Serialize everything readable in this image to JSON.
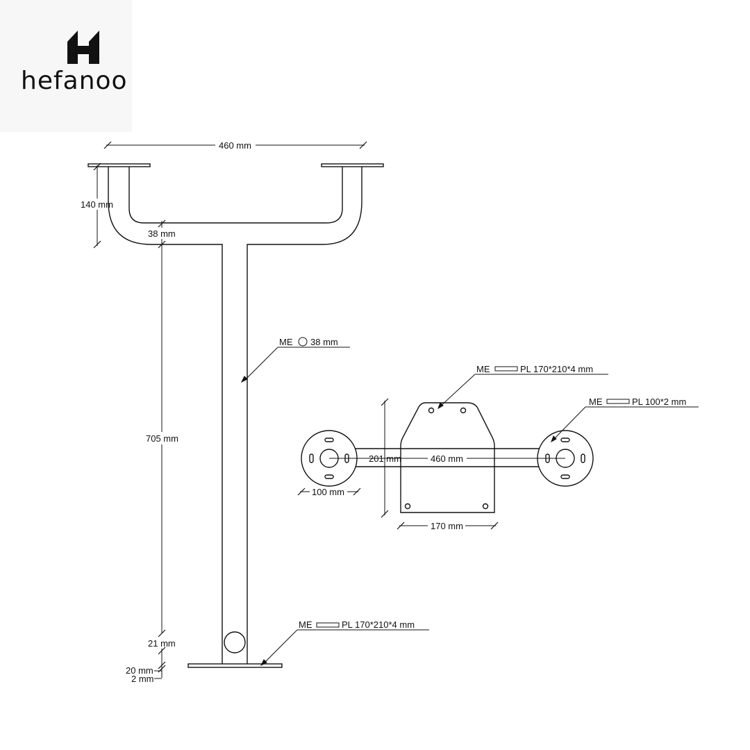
{
  "brand": {
    "name": "hefanoo",
    "mark": "H"
  },
  "colors": {
    "line": "#111111",
    "background": "#ffffff",
    "logo_panel": "#f7f7f7"
  },
  "side_view": {
    "width_label": "460 mm",
    "arm_height_label": "140 mm",
    "tube_label": "38 mm",
    "post_height_label": "705 mm",
    "lower_21_label": "21 mm",
    "lower_20_label": "20 mm",
    "lower_2_label": "2 mm",
    "post_callout": {
      "prefix": "ME",
      "symbol": "circle",
      "text": "38 mm"
    },
    "base_callout": {
      "prefix": "ME",
      "symbol": "plate",
      "text": "PL 170*210*4 mm"
    }
  },
  "top_view": {
    "plate_callout": {
      "prefix": "ME",
      "symbol": "plate",
      "text": "PL 170*210*4 mm"
    },
    "disc_callout": {
      "prefix": "ME",
      "symbol": "plate",
      "text": "PL 100*2 mm"
    },
    "height_label": "201 mm",
    "span_label": "460 mm",
    "disc_label": "100 mm",
    "plate_width_label": "170 mm"
  }
}
